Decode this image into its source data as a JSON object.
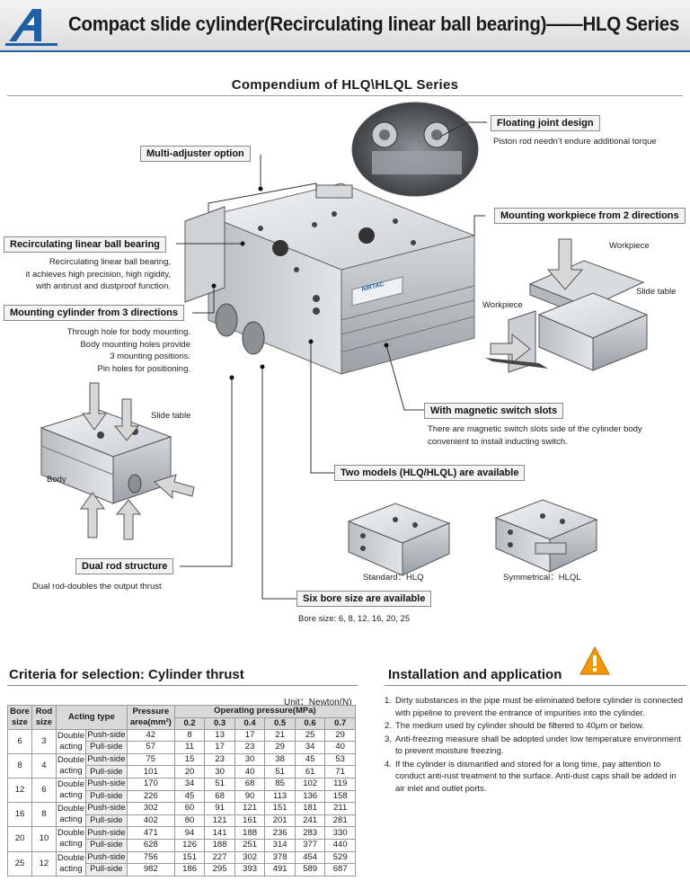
{
  "header": {
    "title": "Compact slide cylinder(Recirculating linear ball bearing)——HLQ Series",
    "subtitle": "Compendium of HLQ\\HLQL Series"
  },
  "callouts": {
    "floating": {
      "title": "Floating joint design",
      "desc": "Piston rod needn’t endure additional torque"
    },
    "multi": {
      "title": "Multi-adjuster option"
    },
    "mounting2": {
      "title": "Mounting workpiece from 2 directions"
    },
    "recirc": {
      "title": "Recirculating linear ball bearing",
      "desc": [
        "Recirculating linear ball bearing,",
        "it achieves high precision, high rigidity,",
        "with antirust and dustproof function."
      ]
    },
    "mount3": {
      "title": "Mounting cylinder from 3 directions",
      "desc": [
        "Through hole for body mounting.",
        "Body mounting holes provide",
        "3 mounting positions.",
        "Pin holes for positioning."
      ]
    },
    "magnetic": {
      "title": "With magnetic switch slots",
      "desc": [
        "There are magnetic switch slots side of the cylinder body",
        "convenient to install inducting switch."
      ]
    },
    "models": {
      "title": "Two models (HLQ/HLQL) are available"
    },
    "dualrod": {
      "title": "Dual rod structure",
      "desc": "Dual rod-doubles the output thrust"
    },
    "sixbore": {
      "title": "Six bore size are available",
      "desc": "Bore size: 6, 8, 12, 16, 20, 25"
    }
  },
  "labels": {
    "workpiece_top": "Workpiece",
    "slide_table_right": "Slide table",
    "workpiece_left": "Workpiece",
    "slide_table_left": "Slide table",
    "body": "Body",
    "standard": "Standard：HLQ",
    "symmetrical": "Symmetrical：HLQL",
    "product_badge": "AIRTAC"
  },
  "thrust": {
    "title": "Criteria for selection: Cylinder thrust",
    "unit": "Unit：Newton(N)",
    "headers": {
      "bore": "Bore size",
      "rod": "Rod size",
      "acting": "Acting type",
      "pressure_area": "Pressure area(mm²)",
      "operating": "Operating pressure(MPa)",
      "pressures": [
        "0.2",
        "0.3",
        "0.4",
        "0.5",
        "0.6",
        "0.7"
      ]
    },
    "acting_label": "Double acting",
    "push": "Push-side",
    "pull": "Pull-side",
    "rows": [
      {
        "bore": "6",
        "rod": "3",
        "push": [
          "42",
          "8",
          "13",
          "17",
          "21",
          "25",
          "29"
        ],
        "pull": [
          "57",
          "11",
          "17",
          "23",
          "29",
          "34",
          "40"
        ]
      },
      {
        "bore": "8",
        "rod": "4",
        "push": [
          "75",
          "15",
          "23",
          "30",
          "38",
          "45",
          "53"
        ],
        "pull": [
          "101",
          "20",
          "30",
          "40",
          "51",
          "61",
          "71"
        ]
      },
      {
        "bore": "12",
        "rod": "6",
        "push": [
          "170",
          "34",
          "51",
          "68",
          "85",
          "102",
          "119"
        ],
        "pull": [
          "226",
          "45",
          "68",
          "90",
          "113",
          "136",
          "158"
        ]
      },
      {
        "bore": "16",
        "rod": "8",
        "push": [
          "302",
          "60",
          "91",
          "121",
          "151",
          "181",
          "211"
        ],
        "pull": [
          "402",
          "80",
          "121",
          "161",
          "201",
          "241",
          "281"
        ]
      },
      {
        "bore": "20",
        "rod": "10",
        "push": [
          "471",
          "94",
          "141",
          "188",
          "236",
          "283",
          "330"
        ],
        "pull": [
          "628",
          "126",
          "188",
          "251",
          "314",
          "377",
          "440"
        ]
      },
      {
        "bore": "25",
        "rod": "12",
        "push": [
          "756",
          "151",
          "227",
          "302",
          "378",
          "454",
          "529"
        ],
        "pull": [
          "982",
          "186",
          "295",
          "393",
          "491",
          "589",
          "687"
        ]
      }
    ]
  },
  "install": {
    "title": "Installation and application",
    "items": [
      {
        "n": "1.",
        "text": "Dirty substances in the pipe must be eliminated before cylinder is connected with pipeline to prevent the entrance of impurities into the cylinder."
      },
      {
        "n": "2.",
        "text": "The medium used by cylinder should be filtered to 40μm or below."
      },
      {
        "n": "3.",
        "text": "Anti-freezing measure shall be adopted under low temperature environment to prevent moisture freezing."
      },
      {
        "n": "4.",
        "text": "If the cylinder is dismantled and stored for a long time, pay attention to conduct anti-rust treatment to the surface. Anti-dust caps shall be added in air inlet and outlet ports."
      }
    ]
  },
  "colors": {
    "accent": "#1f5fa8",
    "warning": "#f39800"
  }
}
